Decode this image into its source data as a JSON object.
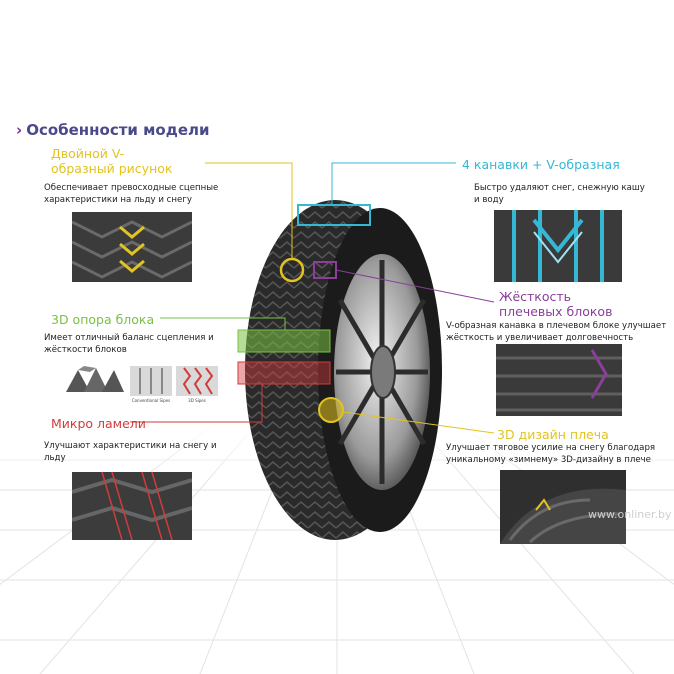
{
  "title": "Особенности модели",
  "colors": {
    "yellow": "#e2c31f",
    "cyan": "#34b8d6",
    "green": "#7ac143",
    "red": "#d23b3b",
    "purple": "#8a3f9b",
    "title": "#4a4a8a"
  },
  "features": {
    "v_pattern": {
      "title": "Двойной V-\nобразный рисунок",
      "desc": "Обеспечивает превосходные сцепные\nхарактеристики на льду и снегу"
    },
    "grooves": {
      "title": "4 канавки + V-образная",
      "desc": "Быстро удаляют снег, снежную кашу\nи воду"
    },
    "block_3d": {
      "title": "3D опора блока",
      "desc": "Имеет отличный баланс сцепления и\nжёсткости блоков",
      "captions": [
        "Conventional Sipes",
        "3D Sipes"
      ]
    },
    "shoulder_stiffness": {
      "title": "Жёсткость\nплечевых блоков",
      "desc": "V-образная канавка в плечевом блоке улучшает\nжёсткость и увеличивает долговечность"
    },
    "micro_sipes": {
      "title": "Микро ламели",
      "desc": "Улучшают характеристики на снегу и\nльду"
    },
    "shoulder_3d": {
      "title": "3D дизайн плеча",
      "desc": "Улучшает тяговое усилие на снегу благодаря\nуникальному «зимнему» 3D-дизайну в плече"
    }
  },
  "watermark": "www.onliner.by"
}
